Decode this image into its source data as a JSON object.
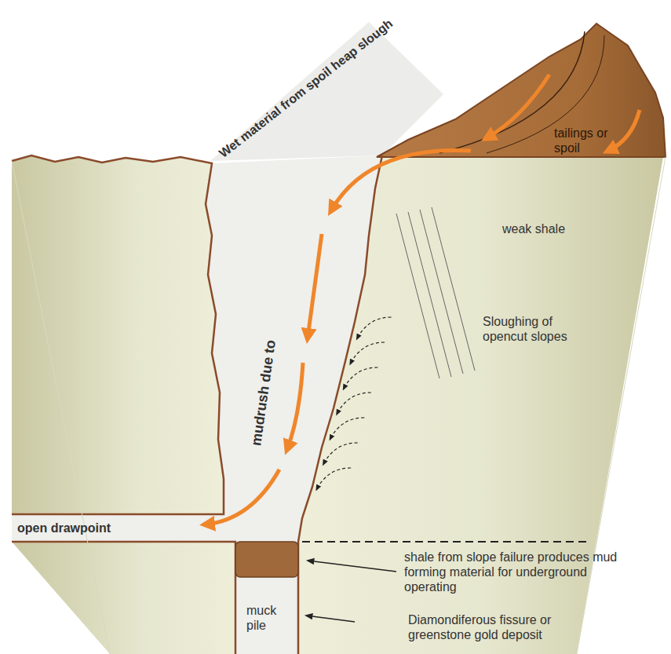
{
  "diagram": {
    "labels": [
      "Wet material from spoil heap slough",
      "tailings or spoil",
      "weak shale",
      "mudrush due to",
      "Sloughing of opencut slopes",
      "open drawpoint",
      "shale from slope failure produces mud forming material for underground operating",
      "muck pile",
      "Diamondiferous fissure or greenstone gold deposit"
    ]
  }
}
